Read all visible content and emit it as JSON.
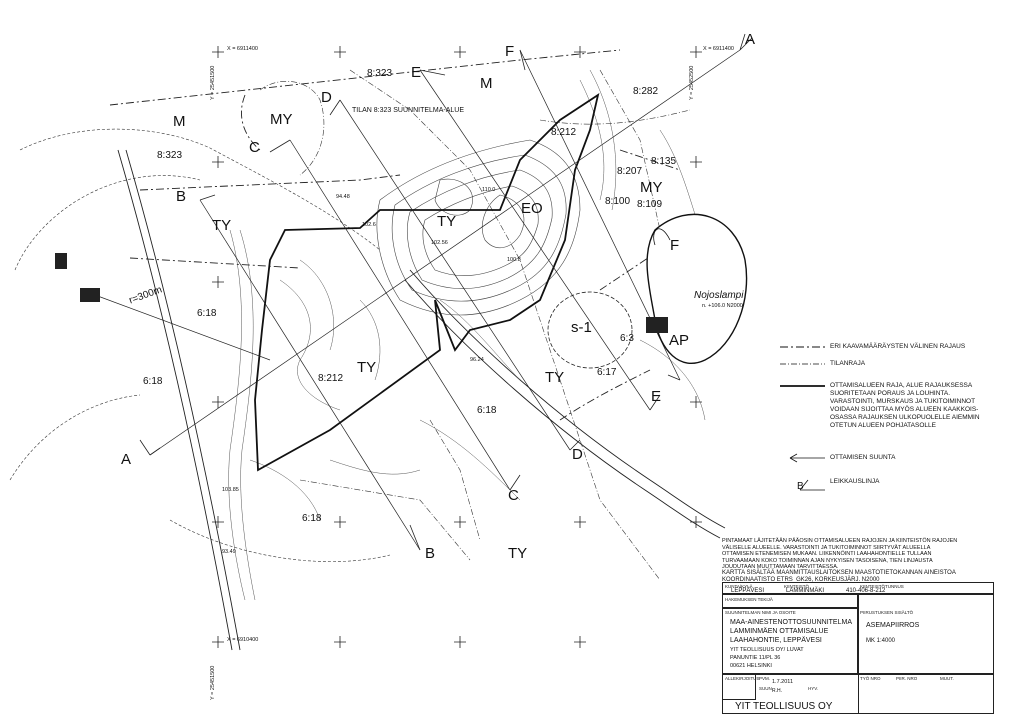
{
  "zones": {
    "m_top": "M",
    "m_left": "M",
    "my_top": "MY",
    "my_right": "MY",
    "ty_mid": "TY",
    "ty_left": "TY",
    "ty_center": "TY",
    "ty_south": "TY",
    "ty_bottom": "TY",
    "eo": "EO",
    "ap": "AP",
    "s1": "s-1"
  },
  "parcels": {
    "p8_323_top": "8:323",
    "p8_323_left": "8:323",
    "p8_282": "8:282",
    "p8_212_top": "8:212",
    "p8_212_mid": "8:212",
    "p8_135": "8:135",
    "p8_207": "8:207",
    "p8_100": "8:100",
    "p8_109": "8:109",
    "p6_18_a": "6:18",
    "p6_18_b": "6:18",
    "p6_18_c": "6:18",
    "p6_18_d": "6:18",
    "p6_17": "6:17",
    "p6_3": "6:3"
  },
  "sections": {
    "a_top": "A",
    "a_bottom": "A",
    "b_left": "B",
    "b_bottom": "B",
    "c_top": "C",
    "c_bottom": "C",
    "d_top": "D",
    "d_bottom": "D",
    "e_top": "E",
    "e_bottom": "E",
    "f_top": "F",
    "f_right": "F"
  },
  "map_text": {
    "radius": "r=300m",
    "plan_area": "TILAN 8:323 SUUNNITELMA-ALUE",
    "lake_name": "Nojoslampi",
    "lake_level": "n. +106.0 N2000",
    "coord_top_left": "X = 6911400",
    "coord_top_right": "X = 6911400",
    "coord_bottom_left": "X = 6910400",
    "coord_y_left": "Y = 25451500",
    "coord_y_right": "Y = 25452500",
    "coord_y_bottom": "Y = 25451500",
    "elev_1": "94.48",
    "elev_2": "102.6",
    "elev_3": "102.56",
    "elev_4": "110.0",
    "elev_5": "96.24",
    "elev_6": "100.8",
    "elev_7": "103.85",
    "elev_8": "93.49"
  },
  "legend": {
    "item1": "ERI KAAVAMÄÄRÄYSTEN VÄLINEN RAJAUS",
    "item2": "TILANRAJA",
    "item3": "OTTAMISALUEEN RAJA, ALUE RAJAUKSESSA\nSUORITETAAN PORAUS JA LOUHINTA.\nVARASTOINTI, MURSKAUS JA TUKITOIMINNOT\nVOIDAAN SIJOITTAA MYÖS ALUEEN KAAKKOIS-\nOSASSA RAJAUKSEN ULKOPUOLELLE AIEMMIN\nOTETUN ALUEEN POHJATASOLLE",
    "item4": "OTTAMISEN SUUNTA",
    "item5": "LEIKKAUSLINJA",
    "item5_letter": "B"
  },
  "notes": {
    "note1": "PINTAMAAT LÄJITETÄÄN PÄÄOSIN OTTAMISALUEEN RAJOJEN JA KIINTEISTÖN RAJOJEN VÄLISELLE ALUEELLE. VARASTOINTI JA TUKITOIMINNOT SIIRTYVÄT ALUEELLA OTTAMISEN ETENEMISEN MUKAAN. LIIKENNÖINTI LAAHAHONTIELLE TULLAAN TURVAAMAAN KOKO TOIMINNAN AJAN NYKYISEN TASOISENA, TIEN LINJAUSTA JOUDUTAAN MUUTTAMAAN TARVITTAESSA.",
    "note2": "KARTTA SISÄLTÄÄ MAANMITTAUSLAITOKSEN MAASTOTIETOKANNAN AINEISTOA\nKOORDINAATISTO ETRS_GK26, KORKEUSJÄRJ. N2000"
  },
  "title_block": {
    "h_municipality": "KUNTA/KYLÄ",
    "municipality": "LEPPÄVESI",
    "h_farm": "KIINTEISTÖ",
    "farm": "LAMMINMÄKI",
    "h_property": "KIINTEISTÖTUNNUS",
    "property_id": "410-406-8-212",
    "h_applicant": "HAKEMUKSEN TEKIJÄ",
    "h_plan": "SUUNNITELMAN NIMI JA OSOITE",
    "plan_line1": "MAA-AINESTENOTTOSUUNNITELMA",
    "plan_line2": "LAMMINMÄEN OTTAMISALUE",
    "plan_line3": "LAAHAHONTIE, LEPPÄVESI",
    "plan_line4": "YIT TEOLLISUUS OY/ LUVAT",
    "plan_line5": "PANUNTIE 11/PL 36",
    "plan_line6": "00621 HELSINKI",
    "h_content": "PIIRUSTUKSEN SISÄLTÖ",
    "content": "ASEMAPIIRROS",
    "scale": "MK 1:4000",
    "h_date": "PVM.",
    "date": "1.7.2011",
    "h_drawn": "SUUN.",
    "drawn": "R.H.",
    "h_approved": "HYV.",
    "h_signature": "ALLEKIRJOITUS",
    "h_drawing_no": "PIIR. NRO",
    "h_rev": "MUUT.",
    "h_project": "TYÖ NRO",
    "company": "YIT TEOLLISUUS OY"
  }
}
